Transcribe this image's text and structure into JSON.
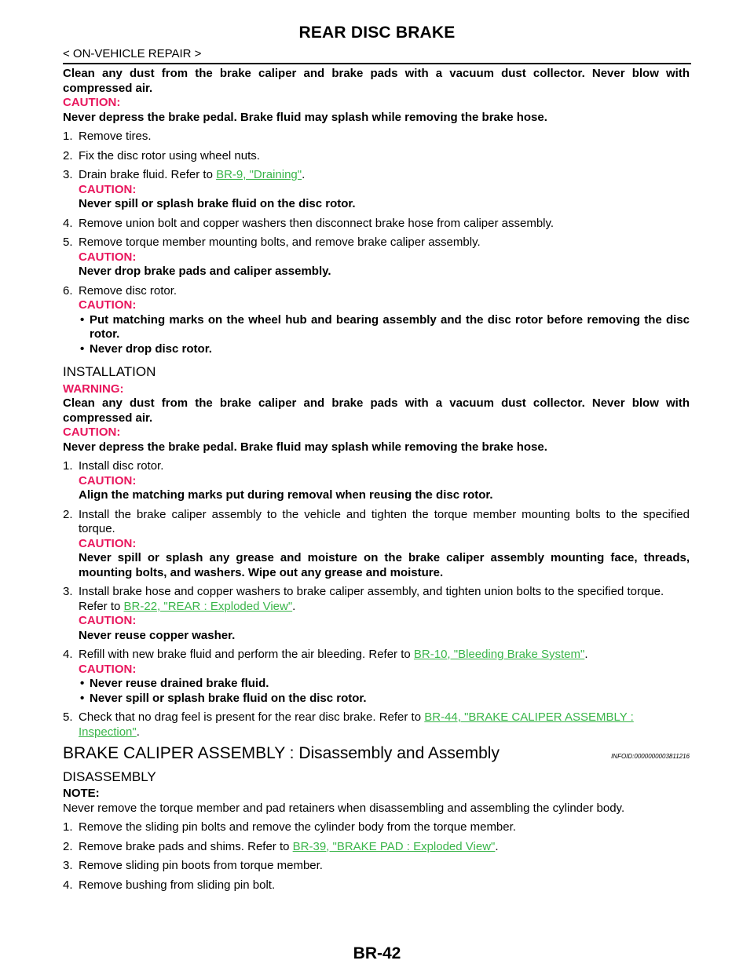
{
  "header": {
    "title": "REAR DISC BRAKE",
    "section": "< ON-VEHICLE REPAIR >"
  },
  "removal": {
    "intro": "Clean any dust from the brake caliper and brake pads with a vacuum dust collector. Never blow with compressed air.",
    "caution_label": "CAUTION:",
    "caution_text": "Never depress the brake pedal. Brake fluid may splash while removing the brake hose.",
    "steps": {
      "s1": {
        "num": "1.",
        "text": "Remove tires."
      },
      "s2": {
        "num": "2.",
        "text": "Fix the disc rotor using wheel nuts."
      },
      "s3": {
        "num": "3.",
        "pre": "Drain brake fluid. Refer to ",
        "link": "BR-9, \"Draining\"",
        "post": ".",
        "caution_label": "CAUTION:",
        "caution_text": "Never spill or splash brake fluid on the disc rotor."
      },
      "s4": {
        "num": "4.",
        "text": "Remove union bolt and copper washers then disconnect brake hose from caliper assembly."
      },
      "s5": {
        "num": "5.",
        "text": "Remove torque member mounting bolts, and remove brake caliper assembly.",
        "caution_label": "CAUTION:",
        "caution_text": "Never drop brake pads and caliper assembly."
      },
      "s6": {
        "num": "6.",
        "text": "Remove disc rotor.",
        "caution_label": "CAUTION:",
        "bullet1": "Put matching marks on the wheel hub and bearing assembly and the disc rotor before removing the disc rotor.",
        "bullet2": "Never drop disc rotor."
      }
    }
  },
  "installation": {
    "heading": "INSTALLATION",
    "warning_label": "WARNING:",
    "warning_text": "Clean any dust from the brake caliper and brake pads with a vacuum dust collector. Never blow with compressed air.",
    "caution_label": "CAUTION:",
    "caution_text": "Never depress the brake pedal. Brake fluid may splash while removing the brake hose.",
    "steps": {
      "s1": {
        "num": "1.",
        "text": "Install disc rotor.",
        "caution_label": "CAUTION:",
        "caution_text": "Align the matching marks put during removal when reusing the disc rotor."
      },
      "s2": {
        "num": "2.",
        "text": "Install the brake caliper assembly to the vehicle and tighten the torque member mounting bolts to the specified torque.",
        "caution_label": "CAUTION:",
        "caution_text": "Never spill or splash any grease and moisture on the brake caliper assembly mounting face, threads, mounting bolts, and washers. Wipe out any grease and moisture."
      },
      "s3": {
        "num": "3.",
        "pre": "Install brake hose and copper washers to brake caliper assembly, and tighten union bolts to the specified torque. Refer to ",
        "link": "BR-22, \"REAR : Exploded View\"",
        "post": ".",
        "caution_label": "CAUTION:",
        "caution_text": "Never reuse copper washer."
      },
      "s4": {
        "num": "4.",
        "pre": "Refill with new brake fluid and perform the air bleeding. Refer to ",
        "link": "BR-10, \"Bleeding Brake System\"",
        "post": ".",
        "caution_label": "CAUTION:",
        "bullet1": "Never reuse drained brake fluid.",
        "bullet2": "Never spill or splash brake fluid on the disc rotor."
      },
      "s5": {
        "num": "5.",
        "pre": "Check that no drag feel is present for the rear disc brake. Refer to ",
        "link": "BR-44, \"BRAKE CALIPER ASSEMBLY : Inspection\"",
        "post": "."
      }
    }
  },
  "caliper_section": {
    "title": "BRAKE CALIPER ASSEMBLY : Disassembly and Assembly",
    "info_id": "INFOID:0000000003811216",
    "disassembly_heading": "DISASSEMBLY",
    "note_label": "NOTE:",
    "note_text": "Never remove the torque member and pad retainers when disassembling and assembling the cylinder body.",
    "steps": {
      "s1": {
        "num": "1.",
        "text": "Remove the sliding pin bolts and remove the cylinder body from the torque member."
      },
      "s2": {
        "num": "2.",
        "pre": "Remove brake pads and shims. Refer to ",
        "link": "BR-39, \"BRAKE PAD : Exploded View\"",
        "post": "."
      },
      "s3": {
        "num": "3.",
        "text": "Remove sliding pin boots from torque member."
      },
      "s4": {
        "num": "4.",
        "text": "Remove bushing from sliding pin bolt."
      }
    }
  },
  "footer": {
    "page_number": "BR-42"
  }
}
